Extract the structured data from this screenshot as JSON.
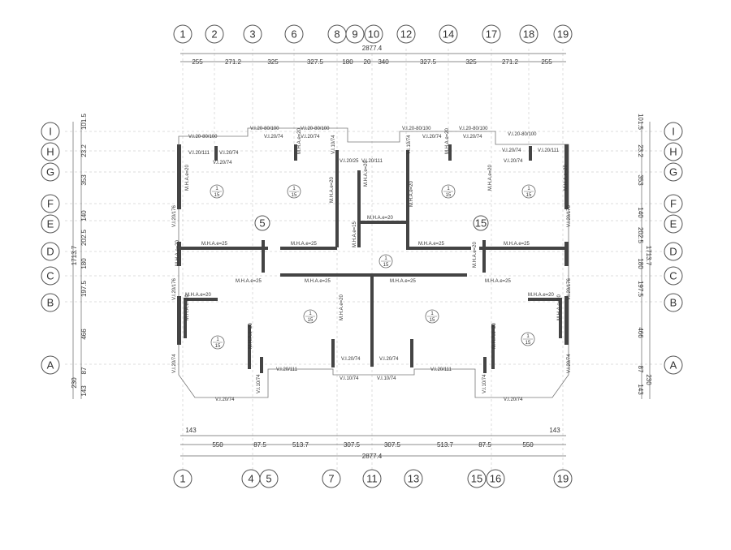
{
  "top_axes": [
    "1",
    "2",
    "3",
    "6",
    "8",
    "9",
    "10",
    "12",
    "14",
    "17",
    "18",
    "19"
  ],
  "bottom_axes": [
    "1",
    "4",
    "5",
    "7",
    "11",
    "13",
    "15",
    "16",
    "19"
  ],
  "left_axes": [
    "I",
    "H",
    "G",
    "F",
    "E",
    "D",
    "C",
    "B",
    "A"
  ],
  "right_axes": [
    "I",
    "H",
    "G",
    "F",
    "E",
    "D",
    "C",
    "B",
    "A"
  ],
  "top_total": "2877.4",
  "bottom_total": "2877.4",
  "top_dims": [
    "255",
    "271.2",
    "325",
    "327.5",
    "180",
    "20",
    "340",
    "327.5",
    "325",
    "271.2",
    "255"
  ],
  "bottom_dims": [
    "550",
    "87.5",
    "513.7",
    "307.5",
    "307.5",
    "513.7",
    "87.5",
    "550"
  ],
  "bottom_end_dims": [
    "143",
    "143"
  ],
  "left_dims": [
    "101.5",
    "23.2",
    "353",
    "140",
    "202.5",
    "180",
    "197.5",
    "466",
    "87",
    "230",
    "143"
  ],
  "left_total": "1713.7",
  "right_dims": [
    "101.5",
    "23.2",
    "353",
    "140",
    "202.5",
    "180",
    "197.5",
    "466",
    "87",
    "230",
    "143"
  ],
  "right_total": "1713.7",
  "beam_labels": {
    "v20_100": "V.I.20-80/100",
    "v20_111": "V.I.20/111",
    "v20_74": "V.I.20/74",
    "v10_74": "V.I.10/74",
    "v20_176": "V.I.20/176",
    "v20_25": "V.I.20/25"
  },
  "wall_labels": {
    "m20": "M.H.A.e=20",
    "m25": "M.H.A.e=25",
    "m15": "M.H.A.e=15"
  },
  "zone_labels": [
    "5",
    "15"
  ],
  "slab_mark_top": "1",
  "slab_mark_bottom": "15"
}
